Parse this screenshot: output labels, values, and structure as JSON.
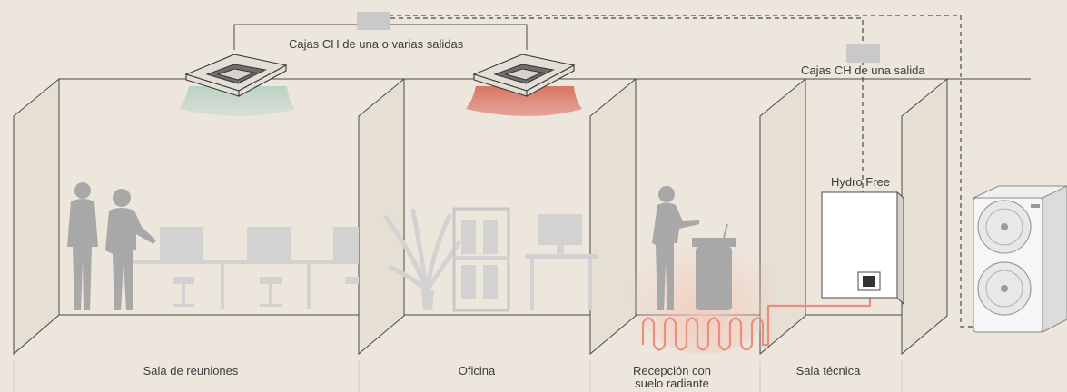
{
  "labels": {
    "ch_multi": "Cajas CH de una o varias salidas",
    "ch_single": "Cajas CH de una salida",
    "hydro_free": "Hydro Free"
  },
  "rooms": {
    "meeting": "Sala de reuniones",
    "office": "Oficina",
    "reception_line1": "Recepción con",
    "reception_line2": "suelo radiante",
    "technical": "Sala técnica"
  },
  "colors": {
    "background": "#ece6dc",
    "wall": "#e6dfd3",
    "silhouette": "#a8a8a8",
    "furniture": "#cfcfcf",
    "cool_air": "#b7d1c4",
    "warm_air": "#d9705f",
    "floor_heating": "#e8907e"
  },
  "icons": {
    "cassette_units": "ceiling-cassette-icon",
    "outdoor_unit": "heat-pump-outdoor-unit-icon"
  }
}
